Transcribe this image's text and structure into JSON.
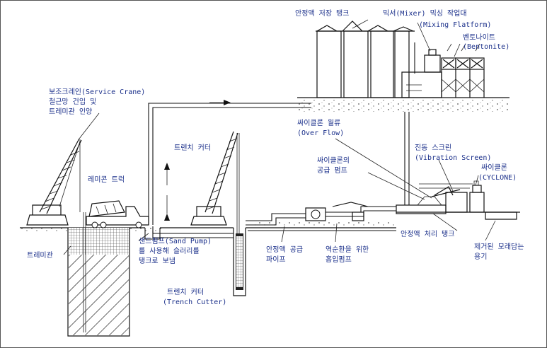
{
  "labels": {
    "storage_tank": "안정액 저장 탱크",
    "mixer_platform_1": "믹서(Mixer) 믹싱 작업대",
    "mixer_platform_2": "(Mixing Flatform)",
    "bentonite_1": "벤토나이트",
    "bentonite_2": "(Bentonite)",
    "service_crane_1": "보조크레인(Service Crane)",
    "service_crane_2": "철근망 건입 및",
    "service_crane_3": "트레미관 인양",
    "cyclone_overflow_1": "싸이클론 월류",
    "cyclone_overflow_2": "(Over Flow)",
    "trench_cutter_top": "트렌치 커터",
    "remicon_truck": "레미콘 트럭",
    "cyclone_pump_1": "싸이클론의",
    "cyclone_pump_2": "공급 펌프",
    "vibration_screen_1": "진동 스크린",
    "vibration_screen_2": "(Vibration Screen)",
    "cyclone_1": "싸이클론",
    "cyclone_2": "(CYCLONE)",
    "tremie": "트레미관",
    "sand_pump_1": "샌드펌프(Sand Pump)",
    "sand_pump_2": "를 사용해 슬러리를",
    "sand_pump_3": "탱크로 보냄",
    "supply_pipe_1": "안정액 공급",
    "supply_pipe_2": "파이프",
    "reverse_pump_1": "역순환을 위한",
    "reverse_pump_2": "흡입펌프",
    "treatment_tank": "안정액 처리 탱크",
    "sand_container_1": "제거된 모래담는",
    "sand_container_2": "용기",
    "trench_cutter_bottom_1": "트렌치 커터",
    "trench_cutter_bottom_2": "(Trench Cutter)"
  },
  "colors": {
    "label_text": "#1a2f8a",
    "line": "#111111",
    "frame": "#555555"
  }
}
